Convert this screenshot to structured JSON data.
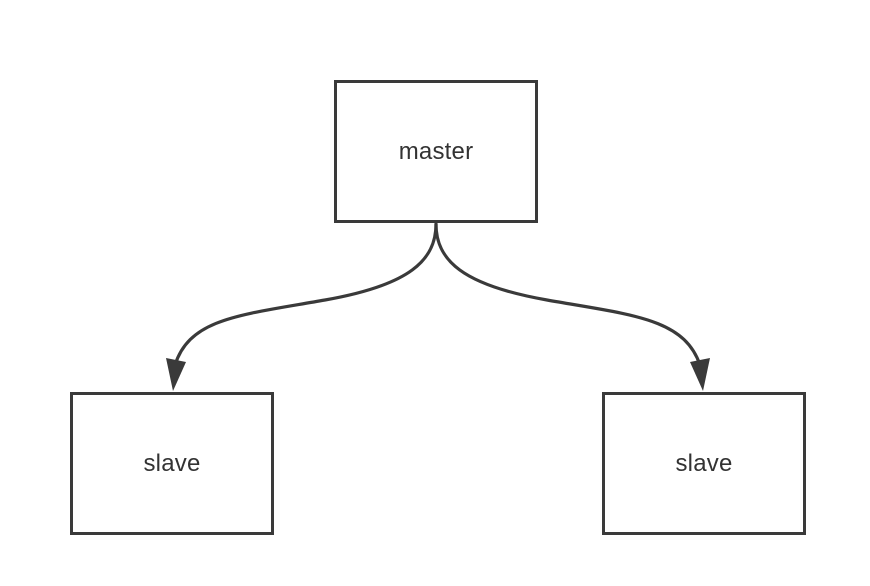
{
  "diagram": {
    "nodes": [
      {
        "id": "master",
        "label": "master"
      },
      {
        "id": "slave-left",
        "label": "slave"
      },
      {
        "id": "slave-right",
        "label": "slave"
      }
    ],
    "edges": [
      {
        "from": "master",
        "to": "slave-left",
        "directed": true
      },
      {
        "from": "master",
        "to": "slave-right",
        "directed": true
      }
    ],
    "colors": {
      "stroke": "#3a3a3a",
      "text": "#333333",
      "background": "#ffffff"
    }
  }
}
